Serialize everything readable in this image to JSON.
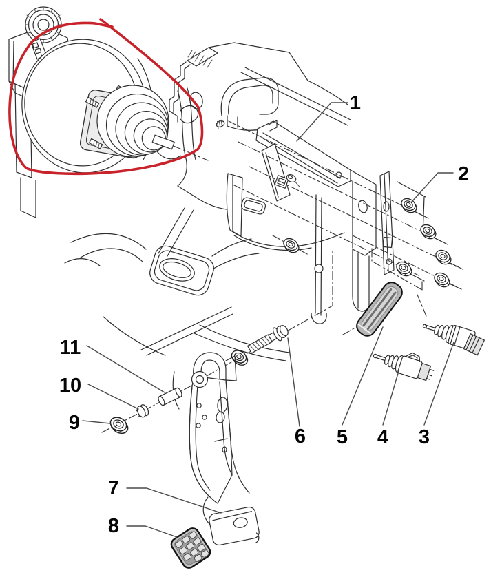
{
  "diagram": {
    "kind": "exploded-parts-diagram",
    "background": "#ffffff",
    "line_color": "#2e2e2e",
    "annotation": {
      "shape": "freehand-loop",
      "color": "#c8232b"
    },
    "callouts": [
      {
        "label": "1"
      },
      {
        "label": "2"
      },
      {
        "label": "3"
      },
      {
        "label": "4"
      },
      {
        "label": "5"
      },
      {
        "label": "6"
      },
      {
        "label": "7"
      },
      {
        "label": "8"
      },
      {
        "label": "9"
      },
      {
        "label": "10"
      },
      {
        "label": "11"
      }
    ]
  }
}
